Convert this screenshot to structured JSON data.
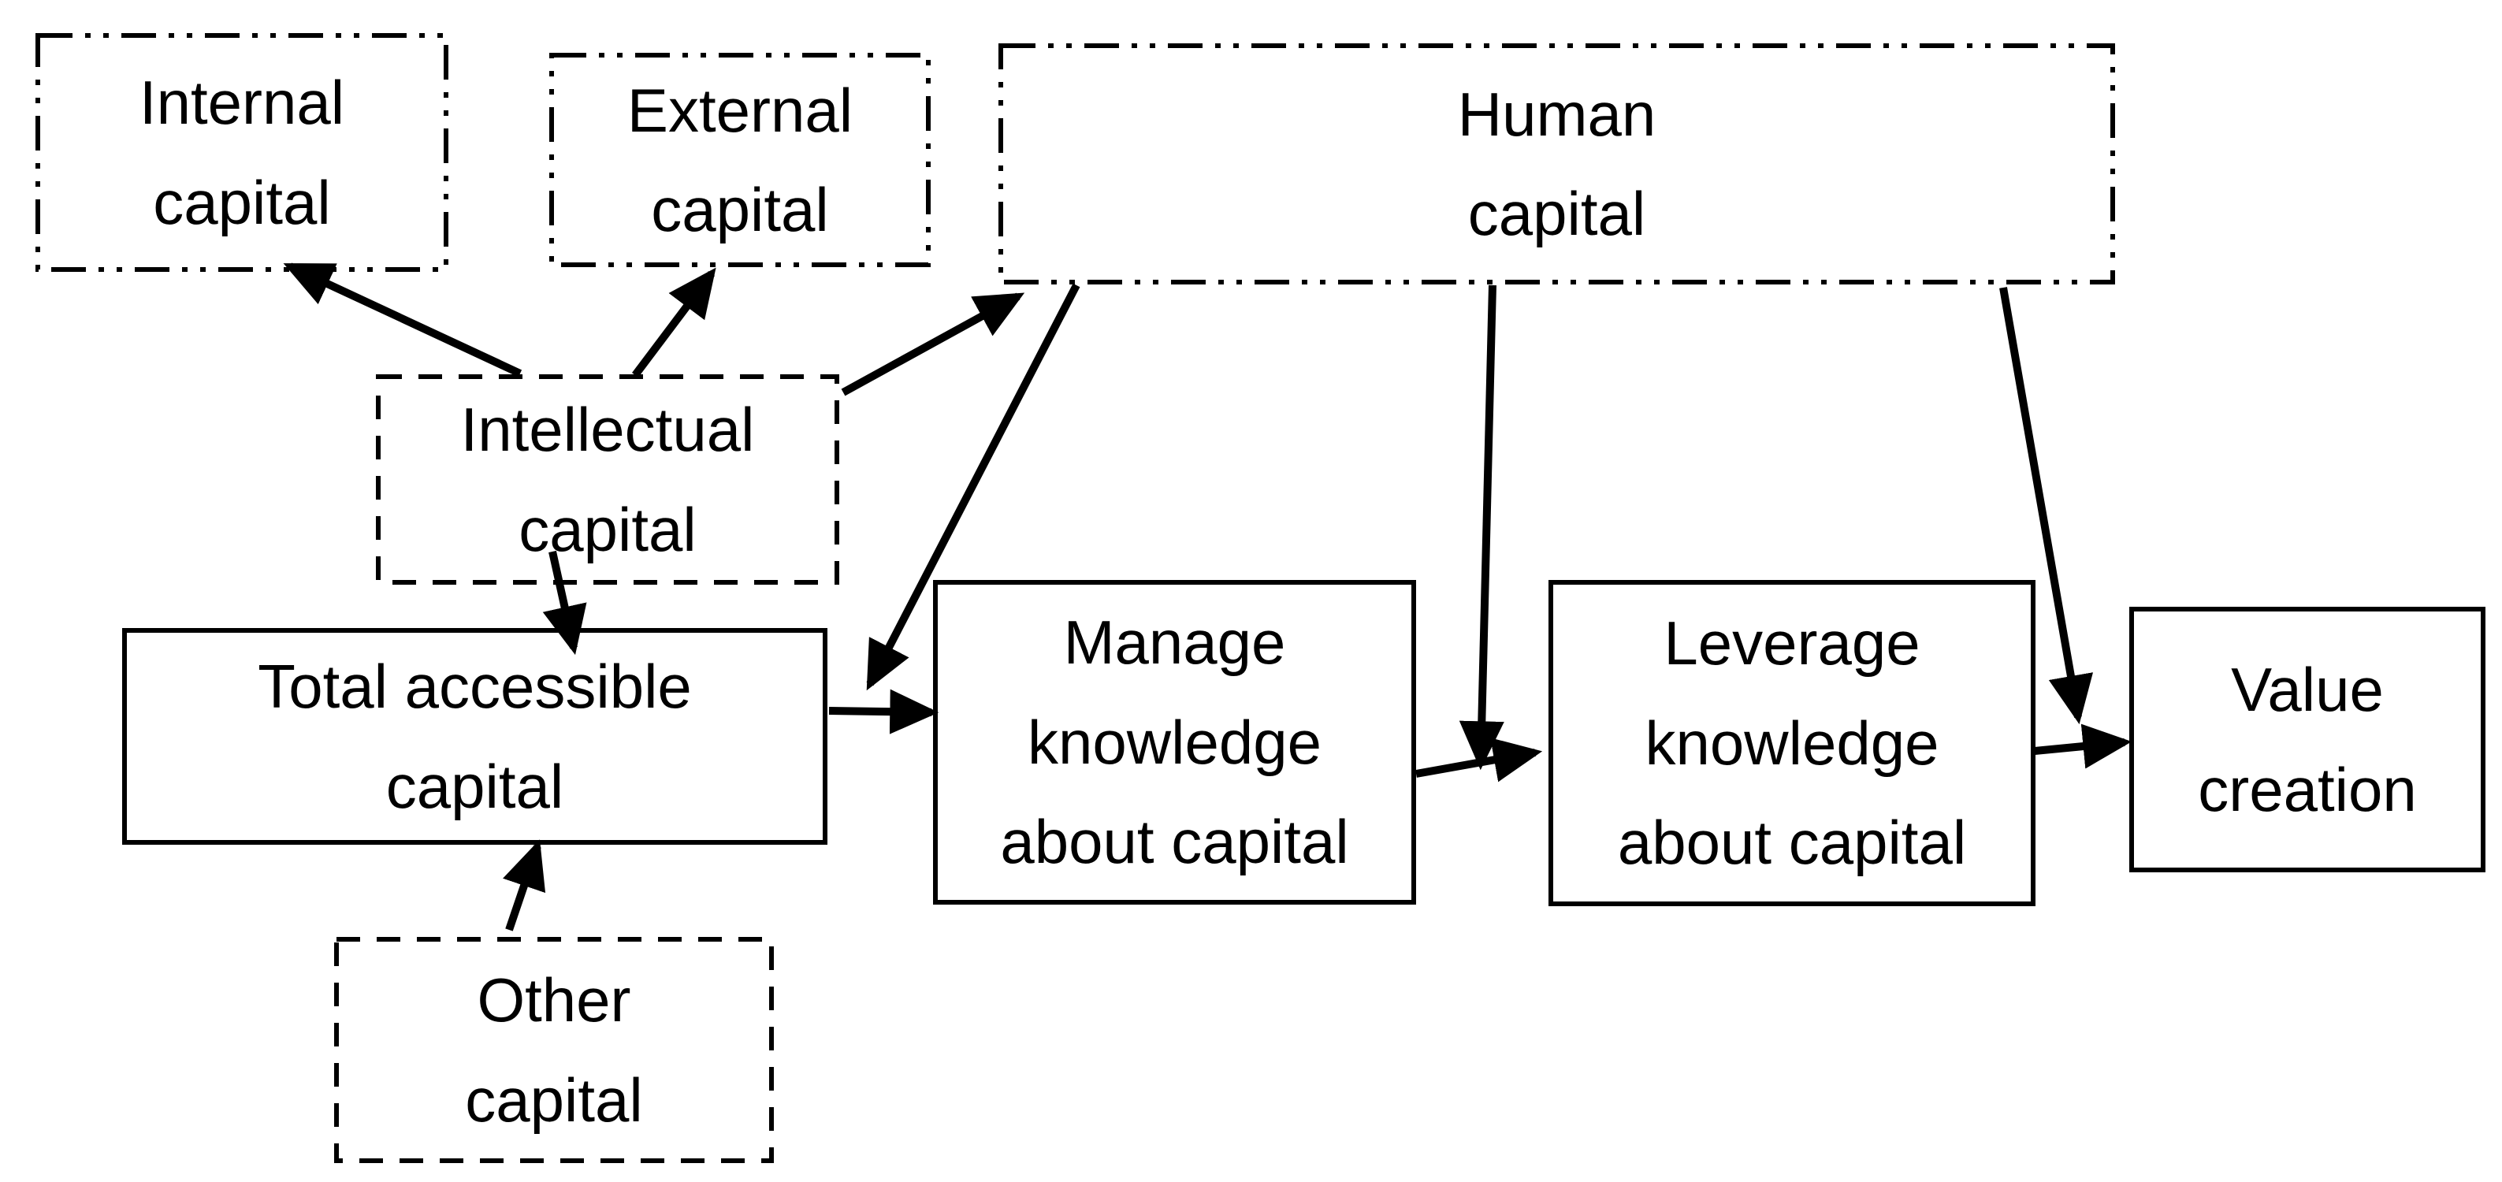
{
  "diagram": {
    "background_color": "#ffffff",
    "line_color": "#000000",
    "text_color": "#000000",
    "boxes": {
      "internal": {
        "label": "Internal\ncapital",
        "border_style": "dash-dot-dot"
      },
      "external": {
        "label": "External\ncapital",
        "border_style": "dash-dot-dot"
      },
      "human": {
        "label": "Human\ncapital",
        "border_style": "dash-dot-dot"
      },
      "intellectual": {
        "label": "Intellectual\ncapital",
        "border_style": "dashed"
      },
      "total_accessible": {
        "label": "Total accessible\ncapital",
        "border_style": "solid"
      },
      "manage_knowledge": {
        "label": "Manage\nknowledge\nabout capital",
        "border_style": "solid"
      },
      "leverage_knowledge": {
        "label": "Leverage\nknowledge\nabout capital",
        "border_style": "solid"
      },
      "value_creation": {
        "label": "Value\ncreation",
        "border_style": "solid"
      },
      "other": {
        "label": "Other\ncapital",
        "border_style": "dashed"
      }
    },
    "arrows": [
      {
        "from": "intellectual",
        "to": "internal"
      },
      {
        "from": "intellectual",
        "to": "external"
      },
      {
        "from": "intellectual",
        "to": "human"
      },
      {
        "from": "intellectual",
        "to": "total_accessible"
      },
      {
        "from": "other",
        "to": "total_accessible"
      },
      {
        "from": "total_accessible",
        "to": "manage_knowledge"
      },
      {
        "from": "human",
        "to": "manage_knowledge"
      },
      {
        "from": "manage_knowledge",
        "to": "leverage_knowledge"
      },
      {
        "from": "human",
        "to": "leverage_knowledge"
      },
      {
        "from": "leverage_knowledge",
        "to": "value_creation"
      },
      {
        "from": "human",
        "to": "value_creation"
      }
    ]
  }
}
